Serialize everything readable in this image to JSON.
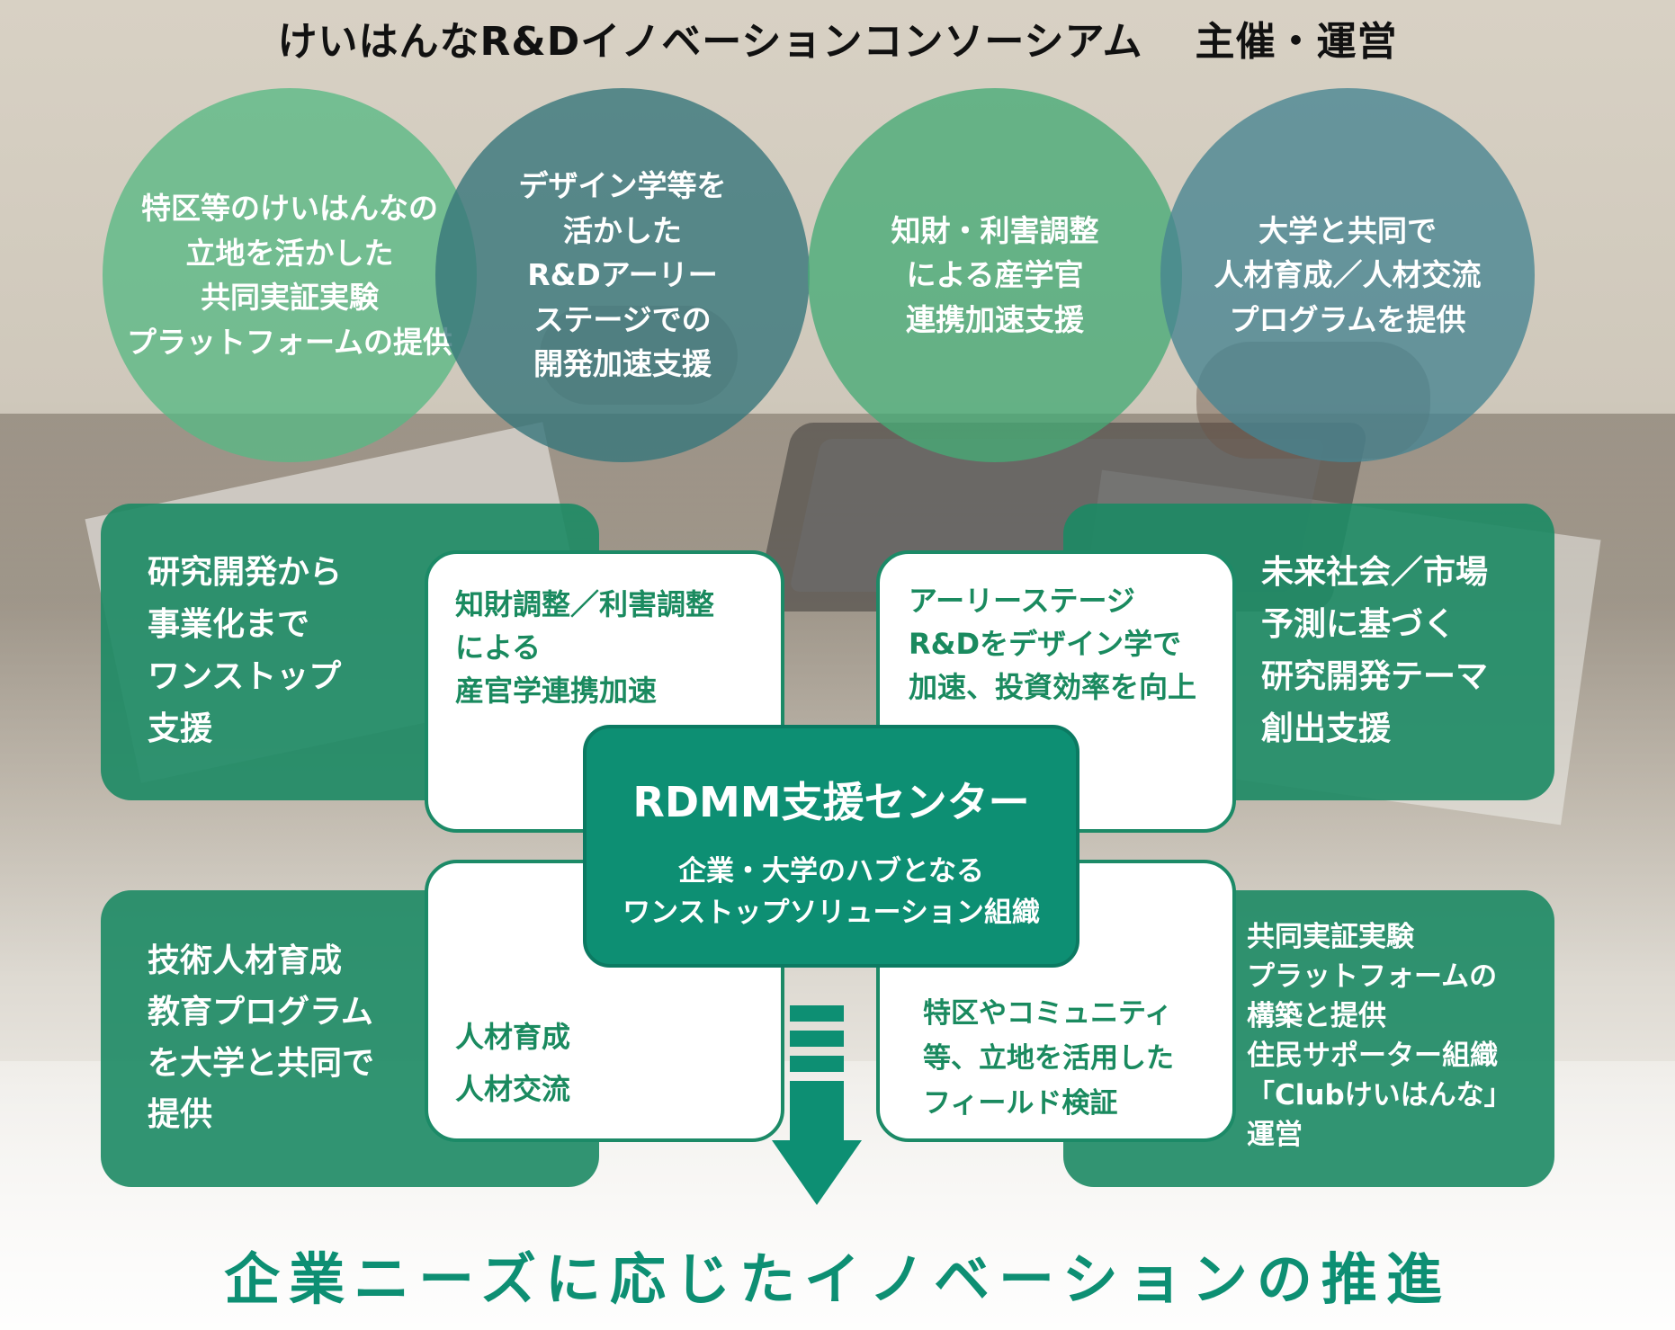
{
  "header": {
    "org": "けいはんなR&Dイノベーションコンソーシアム",
    "role": "主催・運営"
  },
  "circles": [
    "特区等のけいはんなの\n立地を活かした\n共同実証実験\nプラットフォームの提供",
    "デザイン学等を\n活かした\nR&Dアーリー\nステージでの\n開発加速支援",
    "知財・利害調整\nによる産学官\n連携加速支援",
    "大学と共同で\n人材育成／人材交流\nプログラムを提供"
  ],
  "panels": {
    "top_left": "研究開発から\n事業化まで\nワンストップ\n支援",
    "top_right": "未来社会／市場\n予測に基づく\n研究開発テーマ\n創出支援",
    "bottom_left": "技術人材育成\n教育プログラム\nを大学と共同で\n提供",
    "bottom_right": "共同実証実験\nプラットフォームの\n構築と提供\n住民サポーター組織\n「Clubけいはんな」\n運営"
  },
  "boxes": {
    "top_left": "知財調整／利害調整\nによる\n産官学連携加速",
    "top_right": "アーリーステージ\nR&Dをデザイン学で\n加速、投資効率を向上",
    "bottom_left": "人材育成\n人材交流",
    "bottom_right": "特区やコミュニティ\n等、立地を活用した\nフィールド検証"
  },
  "center": {
    "title": "RDMM支援センター",
    "subtitle": "企業・大学のハブとなる\nワンストップソリューション組織"
  },
  "footer": {
    "title": "企業ニーズに応じたイノベーションの推進"
  },
  "colors": {
    "primary_green": "#0d8f73",
    "panel_green": "#1c8a64",
    "text_green": "#1a8a5f"
  }
}
